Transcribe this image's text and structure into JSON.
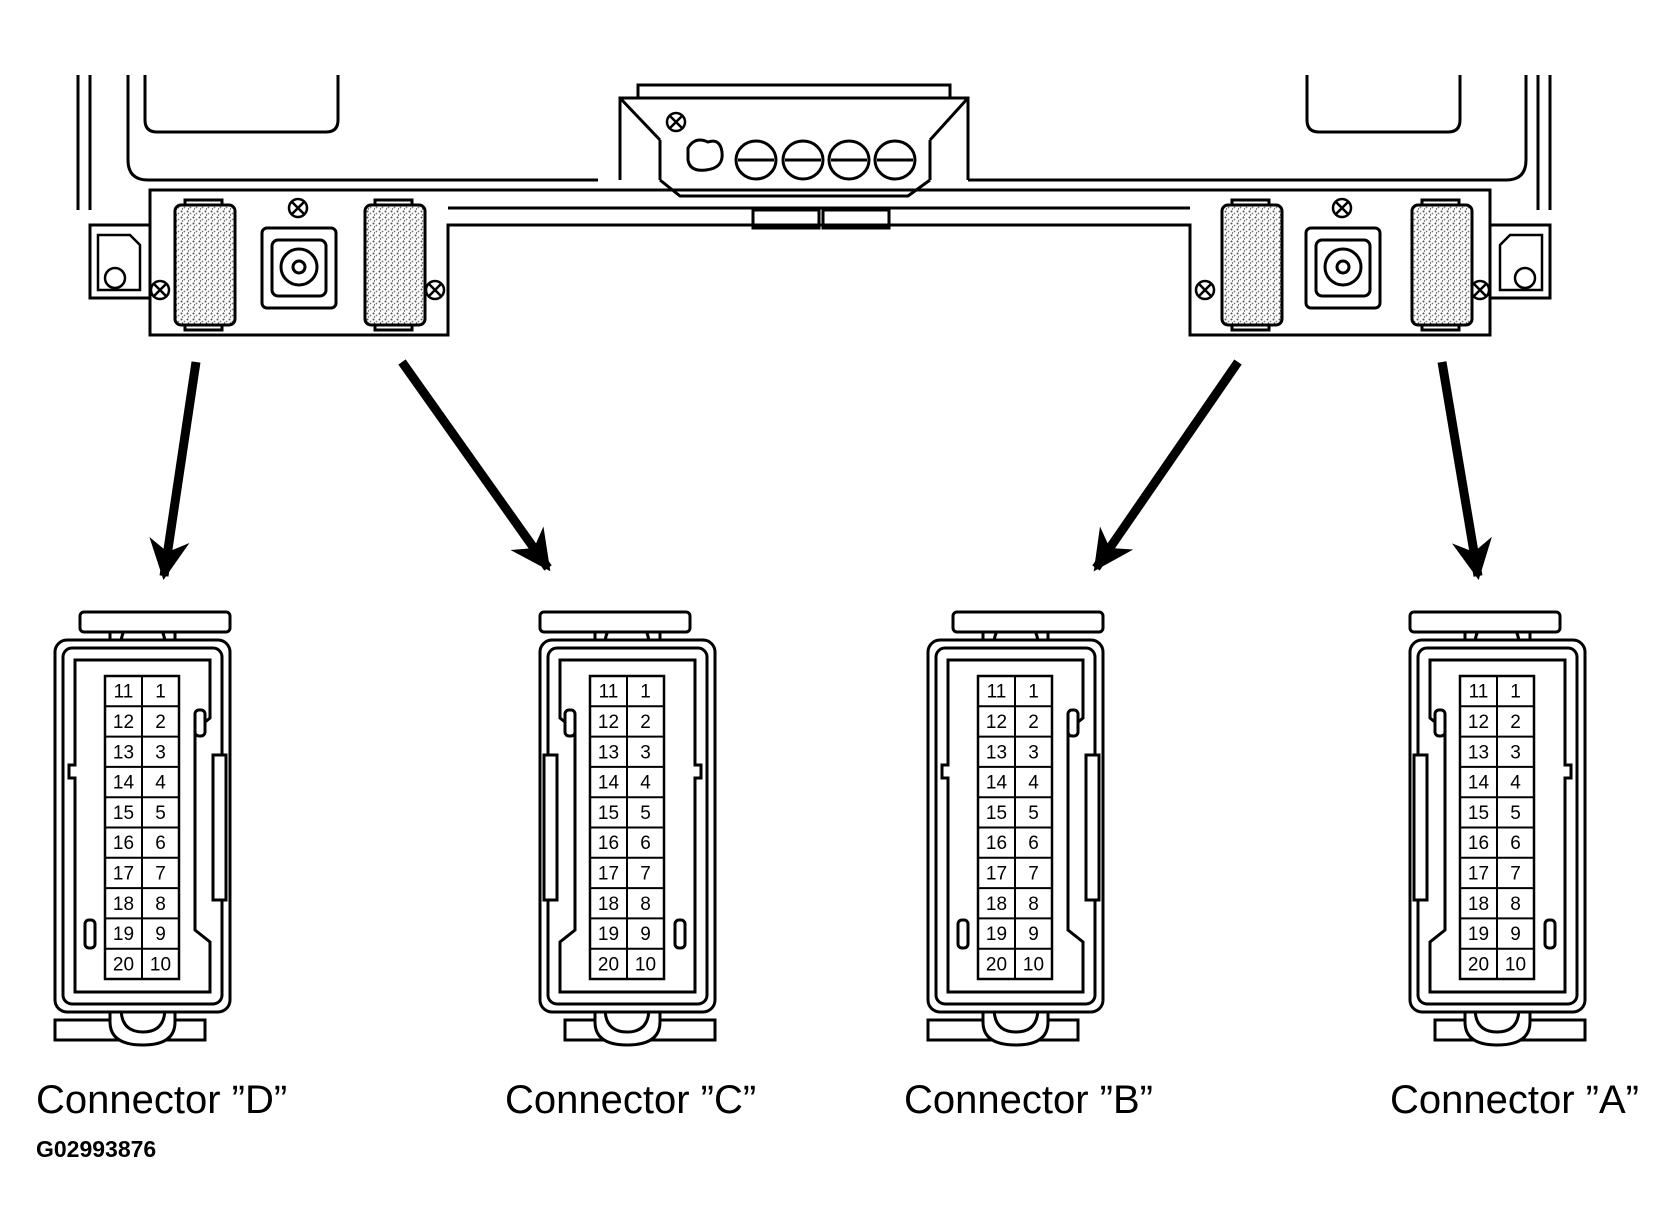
{
  "figure_id": "G02993876",
  "connectors": [
    {
      "key": "D",
      "label": "Connector ”D”",
      "flip": false
    },
    {
      "key": "C",
      "label": "Connector ”C”",
      "flip": true
    },
    {
      "key": "B",
      "label": "Connector ”B”",
      "flip": false
    },
    {
      "key": "A",
      "label": "Connector ”A”",
      "flip": true
    }
  ],
  "pin_rows": [
    [
      "11",
      "1"
    ],
    [
      "12",
      "2"
    ],
    [
      "13",
      "3"
    ],
    [
      "14",
      "4"
    ],
    [
      "15",
      "5"
    ],
    [
      "16",
      "6"
    ],
    [
      "17",
      "7"
    ],
    [
      "18",
      "8"
    ],
    [
      "19",
      "9"
    ],
    [
      "20",
      "10"
    ]
  ],
  "colors": {
    "ink": "#000000",
    "paper": "#ffffff",
    "stipple": "#8a8a8a"
  }
}
